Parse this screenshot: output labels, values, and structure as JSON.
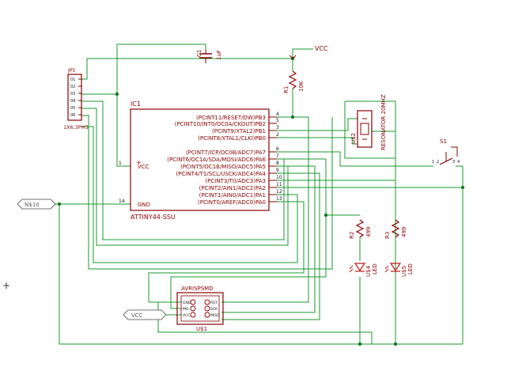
{
  "colors": {
    "wire": "#1a9a2e",
    "part": "#8b0000",
    "label": "#8b0000",
    "pin": "#111111",
    "junction": "#0f7a1f",
    "led": "#c21818"
  },
  "power": {
    "vcc_top": "VCC",
    "vcc_isp": "VCC",
    "gnd_net": "N$10"
  },
  "header": {
    "ref": "JP5",
    "value": "1X6,3PH3",
    "pins": [
      "01",
      "02",
      "03",
      "04",
      "05",
      "06"
    ]
  },
  "capacitor": {
    "ref": "C1",
    "value": "1uF"
  },
  "resistors": [
    {
      "ref": "R1",
      "value": "10K"
    },
    {
      "ref": "R2",
      "value": "499"
    },
    {
      "ref": "R3",
      "value": "499"
    }
  ],
  "mcu": {
    "ref": "IC1",
    "value": "ATTINY44-SSU",
    "left_pins": [
      {
        "num": "1",
        "label": "VCC"
      },
      {
        "num": "14",
        "label": "GND"
      }
    ],
    "right_pins": [
      {
        "num": "4",
        "label": "(PCINT11/RESET/DW)PB3"
      },
      {
        "num": "5",
        "label": "(PCINT10/INT0/OC0A/CKOUT)PB2"
      },
      {
        "num": "3",
        "label": "(PCINT9/XTAL2)PB1"
      },
      {
        "num": "2",
        "label": "(PCINT8/XTAL1/CLKI)PB0"
      },
      {
        "num": "6",
        "label": "(PCINT7/ICP/OC0B/ADC7)PA7"
      },
      {
        "num": "7",
        "label": "(PCINT6/OC1A/SDA/MOSI/ADC6)PA6"
      },
      {
        "num": "8",
        "label": "(PCINT5/OC1B/MISO/ADC5)PA5"
      },
      {
        "num": "9",
        "label": "(PCINT4/T1/SCL/USCK/ADC4)PA4"
      },
      {
        "num": "10",
        "label": "(PCINT3/T0/ADC3)PA3"
      },
      {
        "num": "11",
        "label": "(PCINT2/AIN1/ADC2)PA2"
      },
      {
        "num": "12",
        "label": "(PCINT1/AIN0/ADC1)PA1"
      },
      {
        "num": "13",
        "label": "(PCINT0/AREF/ADC0)PA0"
      }
    ]
  },
  "resonator": {
    "ref": "U$2",
    "value": "RESONATOR 20MHZ"
  },
  "switch": {
    "ref": "S1",
    "pins": [
      "1",
      "2",
      "3",
      "4"
    ]
  },
  "leds": [
    {
      "ref": "U$4",
      "value": "LED"
    },
    {
      "ref": "U$5",
      "value": "LED"
    }
  ],
  "isp": {
    "ref": "U$1",
    "value": "AVRISPSMD",
    "left_labels": [
      "GND",
      "MO",
      "VCC"
    ],
    "right_labels": [
      "RST",
      "SCK",
      "MISO"
    ]
  },
  "cursor": "+"
}
